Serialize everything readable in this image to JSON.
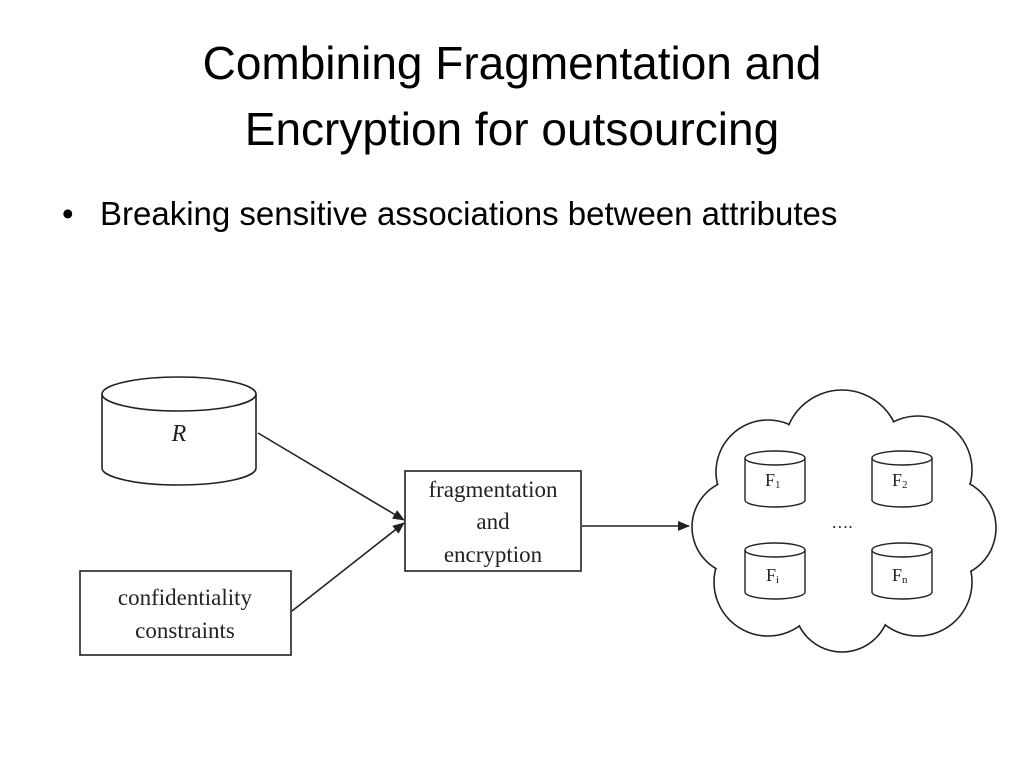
{
  "slide": {
    "title_line1": "Combining Fragmentation and",
    "title_line2": "Encryption for outsourcing",
    "bullet_text": "Breaking sensitive associations between attributes"
  },
  "diagram": {
    "relation_label": "R",
    "process_line1": "fragmentation",
    "process_line2": "and",
    "process_line3": "encryption",
    "constraints_line1": "confidentiality",
    "constraints_line2": "constraints",
    "fragments": [
      {
        "base": "F",
        "sub": "1"
      },
      {
        "base": "F",
        "sub": "2"
      },
      {
        "base": "F",
        "sub": "i"
      },
      {
        "base": "F",
        "sub": "n"
      }
    ],
    "ellipsis": "…."
  }
}
